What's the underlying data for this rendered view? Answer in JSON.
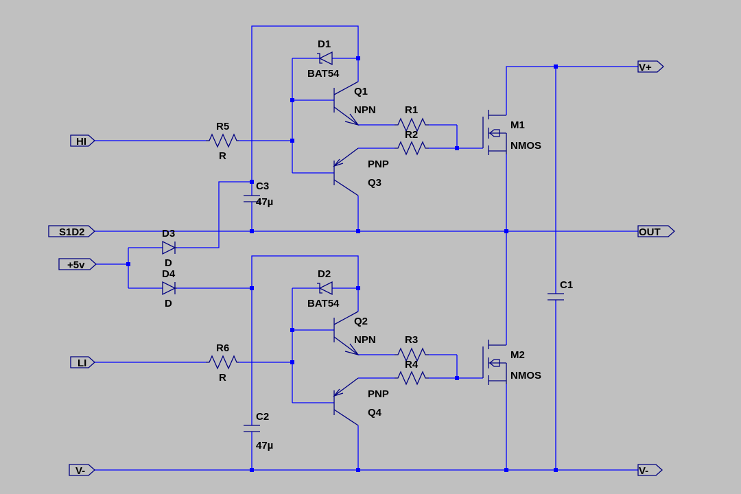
{
  "colors": {
    "background": "#c0c0c0",
    "wire": "#0000ff",
    "component": "#000080",
    "junction": "#0000ff",
    "text": "#000000"
  },
  "ports": {
    "hi": "HI",
    "li": "LI",
    "s1d2": "S1D2",
    "p5v": "+5v",
    "vminus_left": "V-",
    "vplus": "V+",
    "out": "OUT",
    "vminus_right": "V-"
  },
  "components": {
    "D1": {
      "name": "D1",
      "value": "BAT54"
    },
    "D2": {
      "name": "D2",
      "value": "BAT54"
    },
    "D3": {
      "name": "D3",
      "value": "D"
    },
    "D4": {
      "name": "D4",
      "value": "D"
    },
    "Q1": {
      "name": "Q1",
      "type": "NPN"
    },
    "Q2": {
      "name": "Q2",
      "type": "NPN"
    },
    "Q3": {
      "name": "Q3",
      "type": "PNP"
    },
    "Q4": {
      "name": "Q4",
      "type": "PNP"
    },
    "R1": {
      "name": "R1"
    },
    "R2": {
      "name": "R2"
    },
    "R3": {
      "name": "R3"
    },
    "R4": {
      "name": "R4"
    },
    "R5": {
      "name": "R5",
      "value": "R"
    },
    "R6": {
      "name": "R6",
      "value": "R"
    },
    "C1": {
      "name": "C1"
    },
    "C2": {
      "name": "C2",
      "value": "47µ"
    },
    "C3": {
      "name": "C3",
      "value": "47µ"
    },
    "M1": {
      "name": "M1",
      "type": "NMOS"
    },
    "M2": {
      "name": "M2",
      "type": "NMOS"
    }
  }
}
